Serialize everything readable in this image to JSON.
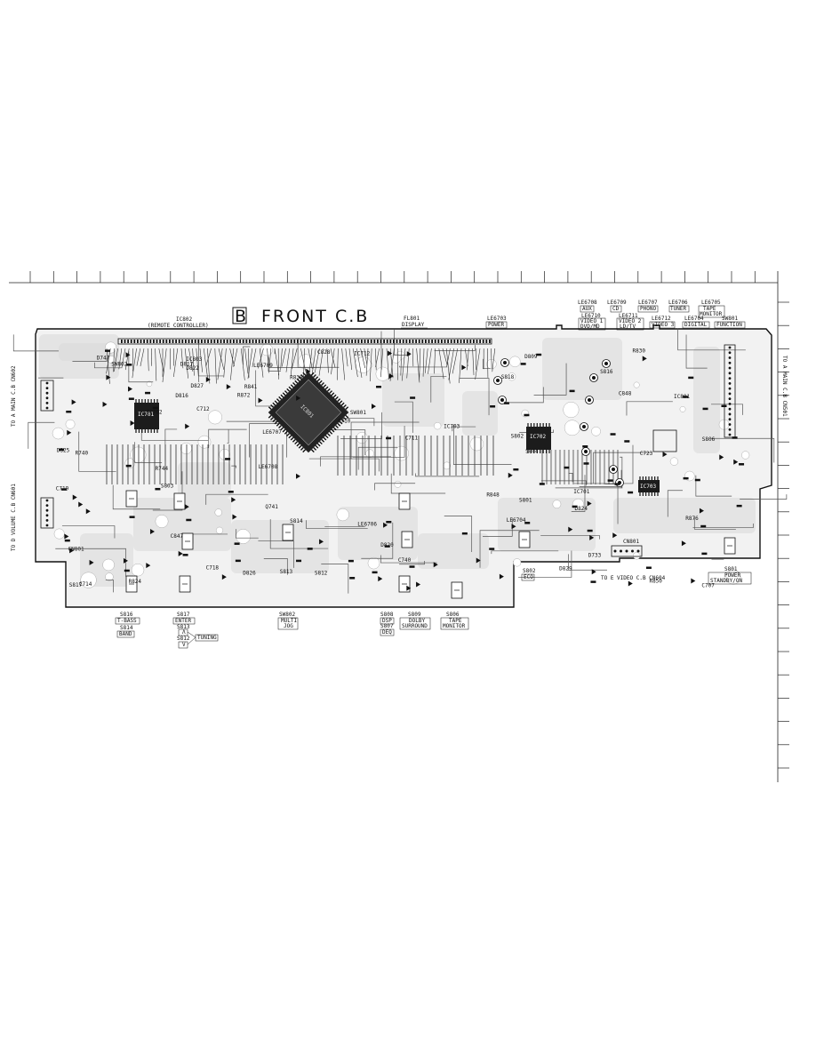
{
  "title": {
    "letter": "B",
    "text": "FRONT C.B"
  },
  "top_labels": [
    {
      "ref": "IC802",
      "desc": "(REMOTE CONTROLLER)"
    },
    {
      "ref": "FL801",
      "desc": "DISPLAY"
    },
    {
      "ref": "LE6703",
      "desc": "POWER"
    },
    {
      "ref": "LE6708",
      "desc": "AUX"
    },
    {
      "ref": "LE6709",
      "desc": "CD"
    },
    {
      "ref": "LE6707",
      "desc": "PHONO"
    },
    {
      "ref": "LE6706",
      "desc": "TUNER"
    },
    {
      "ref": "LE6705",
      "desc": "TAPE MONITOR"
    },
    {
      "ref": "LE6710",
      "desc": "VIDEO 1 DVD/MD"
    },
    {
      "ref": "LE6711",
      "desc": "VIDEO 2 LD/TV"
    },
    {
      "ref": "LE6712",
      "desc": "VIDEO 3"
    },
    {
      "ref": "LE6704",
      "desc": "DIGITAL"
    },
    {
      "ref": "SW801",
      "desc": "FUNCTION"
    }
  ],
  "bottom_labels": [
    {
      "ref": "S816",
      "desc": "T-BASS"
    },
    {
      "ref": "S814",
      "desc": "BAND"
    },
    {
      "ref": "S817",
      "desc": "ENTER"
    },
    {
      "ref": "S813",
      "desc": "Λ"
    },
    {
      "ref": "S812",
      "desc": "V"
    },
    {
      "ref": "",
      "desc": "TUNING"
    },
    {
      "ref": "SW802",
      "desc": "MULTI JOG"
    },
    {
      "ref": "S808",
      "desc": "DSP"
    },
    {
      "ref": "S807",
      "desc": "DEQ"
    },
    {
      "ref": "S809",
      "desc": "DOLBY SURROUND"
    },
    {
      "ref": "S806",
      "desc": "TAPE MONITOR"
    },
    {
      "ref": "S802",
      "desc": "ECO"
    },
    {
      "ref": "S801",
      "desc": "POWER STANDBY/ON"
    }
  ],
  "side_labels": {
    "left_top": "TO A MAIN C.B CN602",
    "left_bottom": "TO D VOLUME C.B CN601",
    "right": "TO A MAIN C.B CN501",
    "bottom_connector": "TO E VIDEO C.B CN604",
    "cn801": "CN801"
  },
  "components": [
    "IC701",
    "IC702",
    "IC703",
    "IC801",
    "R841",
    "C723",
    "C828",
    "IC803",
    "C714",
    "C711",
    "C712",
    "C710",
    "R848",
    "S818",
    "S814",
    "SW802",
    "R850",
    "S803",
    "D817",
    "D827",
    "D816",
    "D826",
    "C707",
    "D829",
    "D809",
    "D820",
    "D822",
    "D824",
    "R824",
    "R830",
    "C848",
    "C847",
    "D747",
    "C718",
    "C719",
    "R744",
    "R872",
    "R876",
    "LE6706",
    "LE6707",
    "LE6708",
    "LE6709",
    "LE6704",
    "SW801",
    "CN801",
    "S801",
    "S802",
    "S806",
    "S804",
    "R838",
    "IC712",
    "R740",
    "D733",
    "S816",
    "S817",
    "S813",
    "S812",
    "D825",
    "Q741",
    "C740"
  ]
}
